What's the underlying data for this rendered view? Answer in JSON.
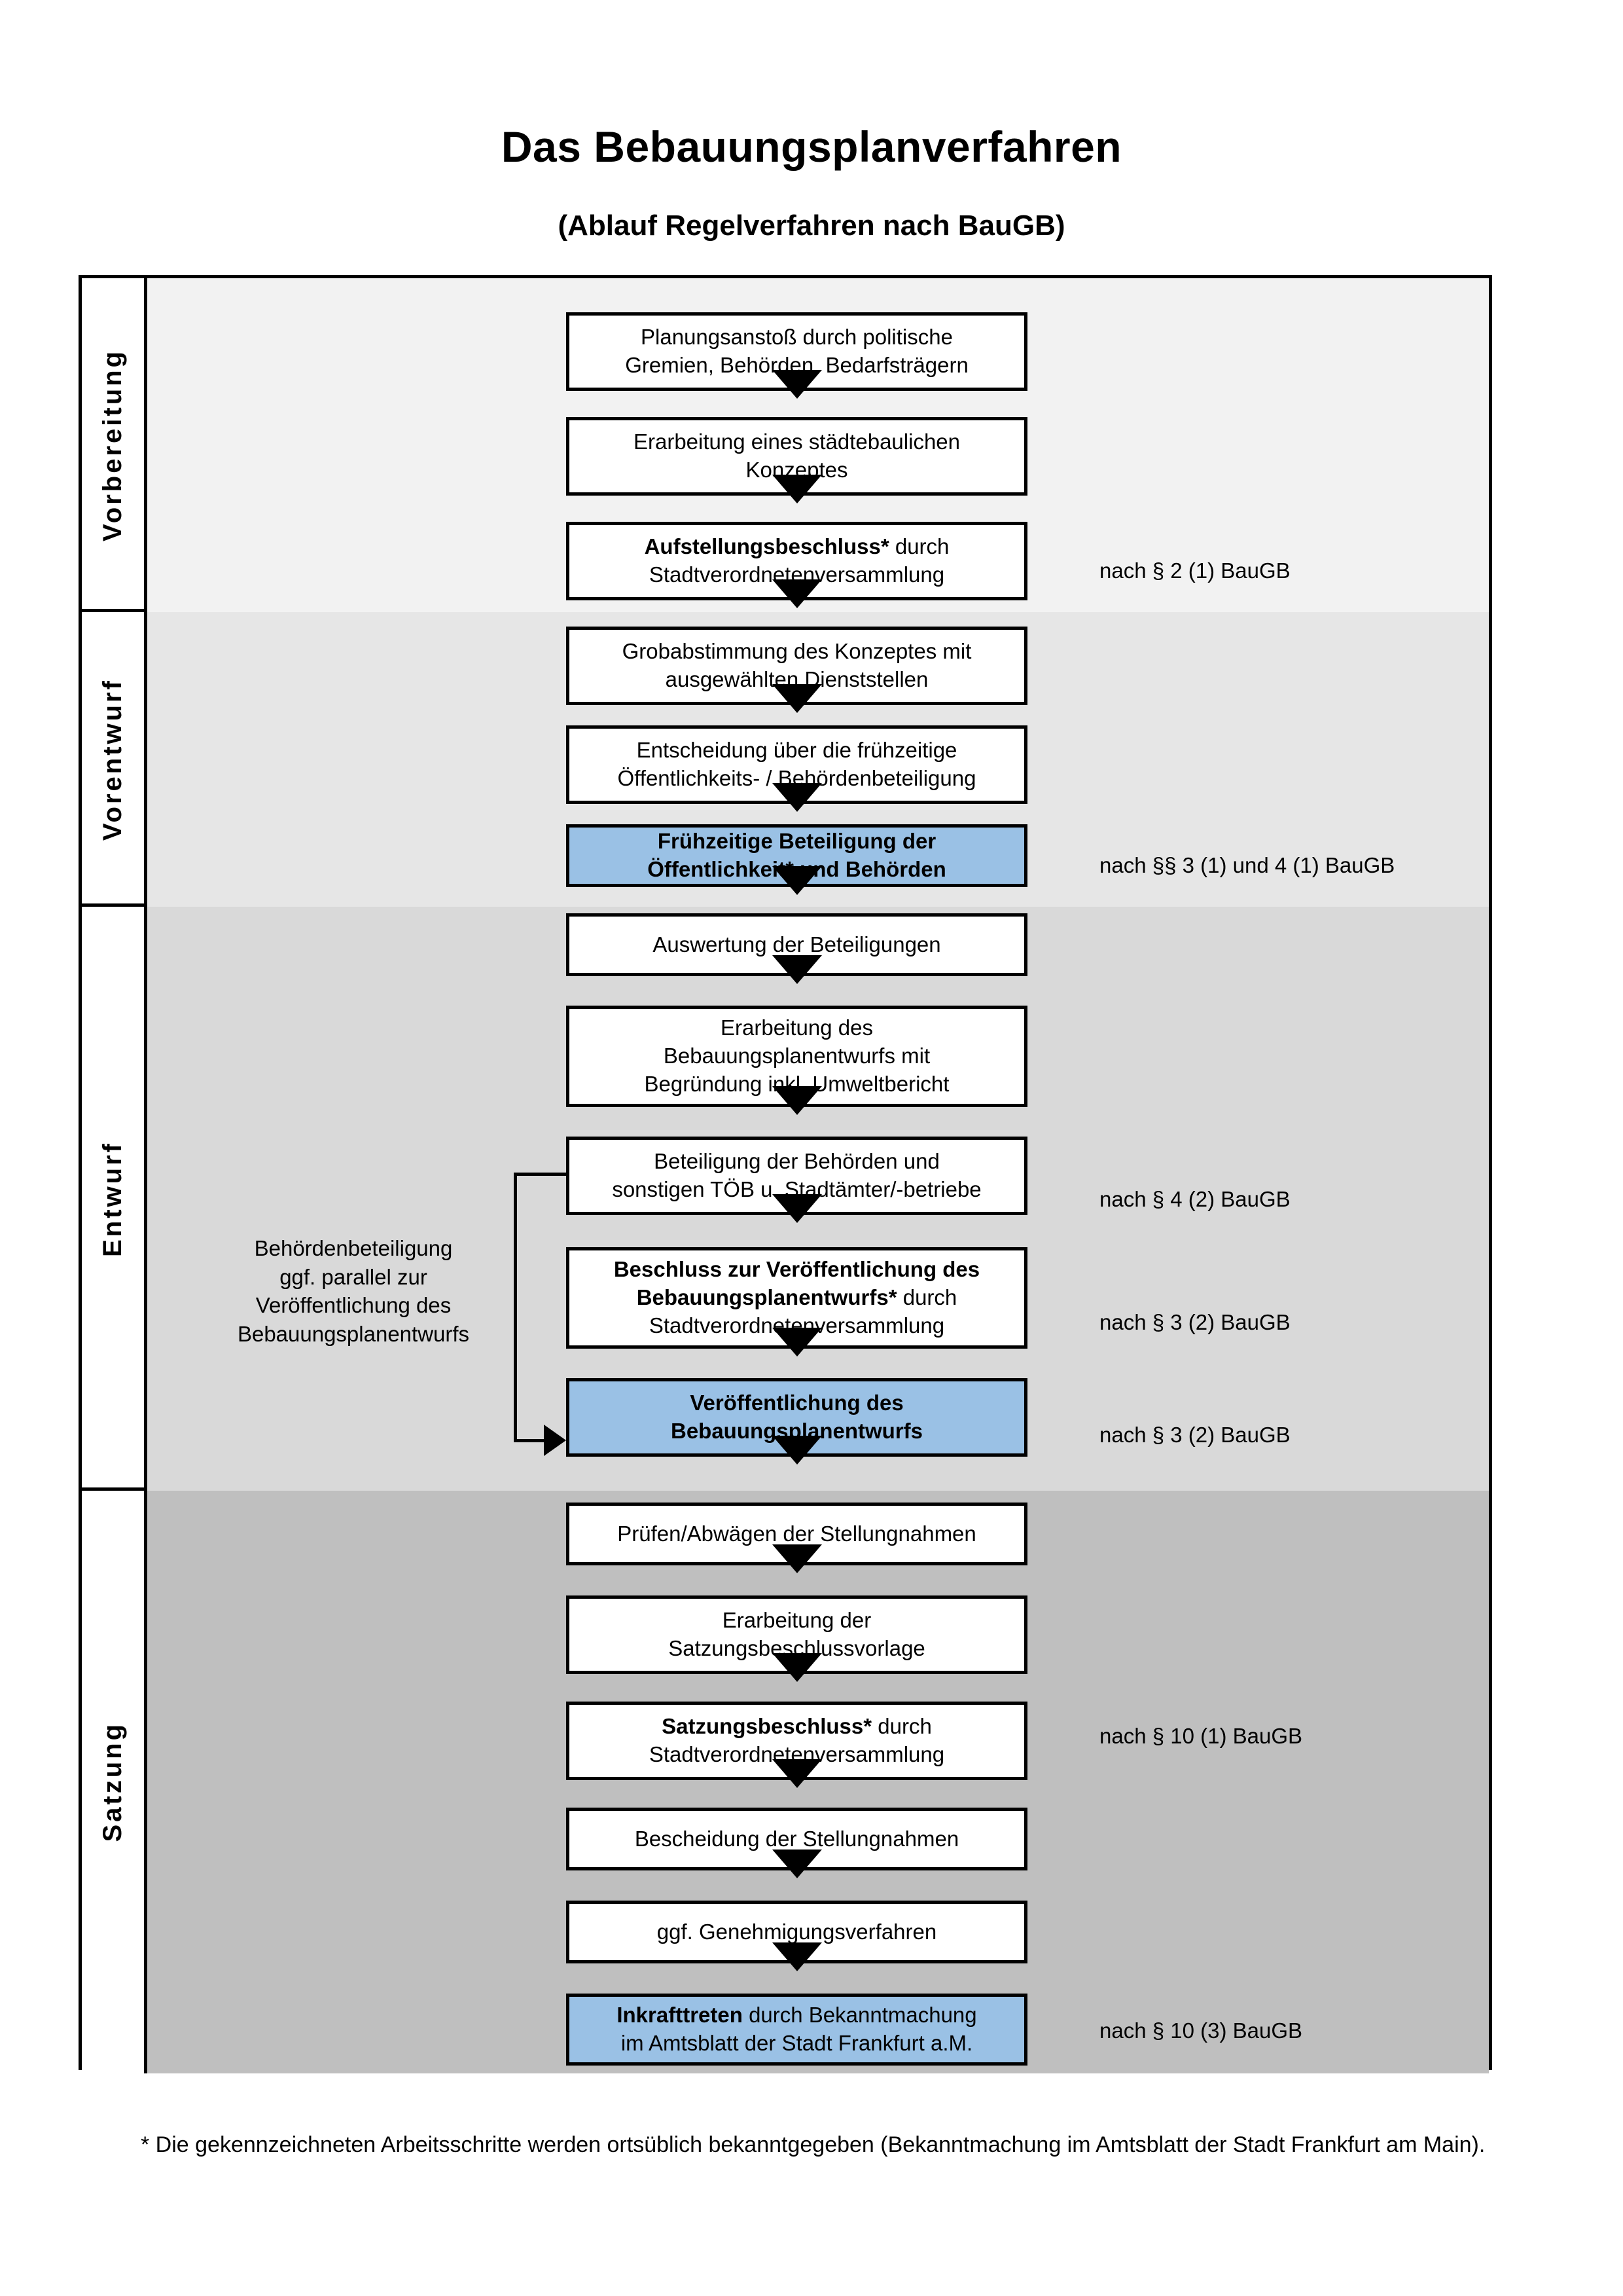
{
  "header": {
    "title": "Das Bebauungsplanverfahren",
    "subtitle": "(Ablauf Regelverfahren nach BauGB)"
  },
  "phases": [
    {
      "id": "vorbereitung",
      "label": "Vorbereitung",
      "band_color": "#F2F2F2"
    },
    {
      "id": "vorentwurf",
      "label": "Vorentwurf",
      "band_color": "#E6E6E6"
    },
    {
      "id": "entwurf",
      "label": "Entwurf",
      "band_color": "#D9D9D9"
    },
    {
      "id": "satzung",
      "label": "Satzung",
      "band_color": "#BFBFBF"
    }
  ],
  "steps": [
    {
      "id": "planungsanstoss",
      "phase": "vorbereitung",
      "highlight": false,
      "lines": [
        {
          "text": "Planungsanstoß durch politische",
          "bold": false
        },
        {
          "text": "Gremien, Behörden, Bedarfsträgern",
          "bold": false
        }
      ]
    },
    {
      "id": "staedtebauliches-konzept",
      "phase": "vorbereitung",
      "highlight": false,
      "lines": [
        {
          "text": "Erarbeitung eines städtebaulichen",
          "bold": false
        },
        {
          "text": "Konzeptes",
          "bold": false
        }
      ]
    },
    {
      "id": "aufstellungsbeschluss",
      "phase": "vorbereitung",
      "highlight": false,
      "lines": [
        {
          "text": "Aufstellungsbeschluss*",
          "bold": true,
          "suffix": " durch"
        },
        {
          "text": "Stadtverordnetenversammlung",
          "bold": false
        }
      ]
    },
    {
      "id": "grobabstimmung",
      "phase": "vorentwurf",
      "highlight": false,
      "lines": [
        {
          "text": "Grobabstimmung des Konzeptes mit",
          "bold": false
        },
        {
          "text": "ausgewählten Dienststellen",
          "bold": false
        }
      ]
    },
    {
      "id": "entscheidung-fruehzeitige-beteiligung",
      "phase": "vorentwurf",
      "highlight": false,
      "lines": [
        {
          "text": "Entscheidung über die frühzeitige",
          "bold": false
        },
        {
          "text": "Öffentlichkeits- / Behördenbeteiligung",
          "bold": false
        }
      ]
    },
    {
      "id": "fruehzeitige-beteiligung",
      "phase": "vorentwurf",
      "highlight": true,
      "lines": [
        {
          "text": "Frühzeitige Beteiligung der",
          "bold": true
        },
        {
          "text": "Öffentlichkeit* und Behörden",
          "bold": true
        }
      ]
    },
    {
      "id": "auswertung-beteiligungen",
      "phase": "entwurf",
      "highlight": false,
      "lines": [
        {
          "text": "Auswertung der Beteiligungen",
          "bold": false
        }
      ]
    },
    {
      "id": "erarbeitung-bebauungsplanentwurf",
      "phase": "entwurf",
      "highlight": false,
      "lines": [
        {
          "text": "Erarbeitung des",
          "bold": false
        },
        {
          "text": "Bebauungsplanentwurfs mit",
          "bold": false
        },
        {
          "text": "Begründung inkl. Umweltbericht",
          "bold": false
        }
      ]
    },
    {
      "id": "beteiligung-behoerden-toeb",
      "phase": "entwurf",
      "highlight": false,
      "lines": [
        {
          "text": "Beteiligung der Behörden und",
          "bold": false
        },
        {
          "text": "sonstigen TÖB u. Stadtämter/-betriebe",
          "bold": false
        }
      ]
    },
    {
      "id": "beschluss-veroeffentlichung",
      "phase": "entwurf",
      "highlight": false,
      "lines": [
        {
          "text": "Beschluss zur Veröffentlichung des",
          "bold": true
        },
        {
          "text": "Bebauungsplanentwurfs*",
          "bold": true,
          "suffix": " durch"
        },
        {
          "text": "Stadtverordnetenversammlung",
          "bold": false
        }
      ]
    },
    {
      "id": "veroeffentlichung-entwurf",
      "phase": "entwurf",
      "highlight": true,
      "lines": [
        {
          "text": "Veröffentlichung des",
          "bold": true
        },
        {
          "text": "Bebauungsplanentwurfs",
          "bold": true
        }
      ]
    },
    {
      "id": "pruefen-abwaegen",
      "phase": "satzung",
      "highlight": false,
      "lines": [
        {
          "text": "Prüfen/Abwägen der Stellungnahmen",
          "bold": false
        }
      ]
    },
    {
      "id": "erarbeitung-satzungsbeschlussvorlage",
      "phase": "satzung",
      "highlight": false,
      "lines": [
        {
          "text": "Erarbeitung der",
          "bold": false
        },
        {
          "text": "Satzungsbeschlussvorlage",
          "bold": false
        }
      ]
    },
    {
      "id": "satzungsbeschluss",
      "phase": "satzung",
      "highlight": false,
      "lines": [
        {
          "text": "Satzungsbeschluss*",
          "bold": true,
          "suffix": " durch"
        },
        {
          "text": "Stadtverordnetenversammlung",
          "bold": false
        }
      ]
    },
    {
      "id": "bescheidung-stellungnahmen",
      "phase": "satzung",
      "highlight": false,
      "lines": [
        {
          "text": "Bescheidung der Stellungnahmen",
          "bold": false
        }
      ]
    },
    {
      "id": "genehmigungsverfahren",
      "phase": "satzung",
      "highlight": false,
      "lines": [
        {
          "text": "ggf. Genehmigungsverfahren",
          "bold": false
        }
      ]
    },
    {
      "id": "inkrafttreten",
      "phase": "satzung",
      "highlight": true,
      "lines": [
        {
          "text": "Inkrafttreten",
          "bold": true,
          "suffix": " durch Bekanntmachung"
        },
        {
          "text": "im Amtsblatt der Stadt Frankfurt a.M.",
          "bold": false
        }
      ]
    }
  ],
  "legal_refs": [
    {
      "id": "ref-aufstellungsbeschluss",
      "text": "nach § 2 (1) BauGB"
    },
    {
      "id": "ref-fruehzeitige-beteiligung",
      "text": "nach §§ 3 (1) und 4 (1) BauGB"
    },
    {
      "id": "ref-behoerdenbeteiligung",
      "text": "nach § 4 (2) BauGB"
    },
    {
      "id": "ref-beschluss-veroeffentlichung",
      "text": "nach § 3 (2) BauGB"
    },
    {
      "id": "ref-veroeffentlichung",
      "text": "nach § 3 (2) BauGB"
    },
    {
      "id": "ref-satzungsbeschluss",
      "text": "nach § 10 (1) BauGB"
    },
    {
      "id": "ref-inkrafttreten",
      "text": "nach § 10 (3) BauGB"
    }
  ],
  "side_note": {
    "lines": [
      "Behördenbeteiligung",
      "ggf. parallel zur",
      "Veröffentlichung des",
      "Bebauungsplanentwurfs"
    ]
  },
  "footnote": {
    "text": "* Die gekennzeichneten Arbeitsschritte werden ortsüblich bekanntgegeben (Bekanntmachung im Amtsblatt  der Stadt Frankfurt am Main)."
  },
  "colors": {
    "highlight_box": "#9AC1E5",
    "outline": "#000000",
    "box_fill": "#FFFFFF"
  }
}
